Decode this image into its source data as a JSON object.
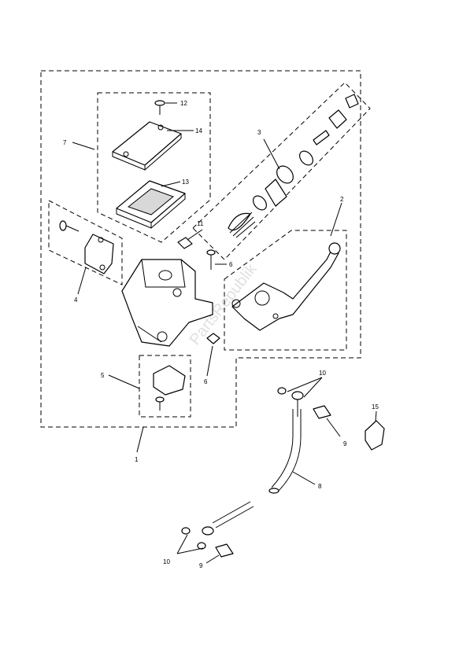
{
  "watermark": "PartsRepublik",
  "callouts": {
    "c1": "1",
    "c2": "2",
    "c3": "3",
    "c4": "4",
    "c5": "5",
    "c6a": "6",
    "c6b": "6",
    "c7": "7",
    "c8": "8",
    "c9a": "9",
    "c9b": "9",
    "c10a": "10",
    "c10b": "10",
    "c11": "11",
    "c12": "12",
    "c13": "13",
    "c14": "14",
    "c15": "15"
  },
  "icons": {
    "master_cylinder": "master-cylinder-body",
    "lever": "brake-lever",
    "reservoir_cap": "reservoir-cap",
    "diaphragm": "reservoir-diaphragm",
    "piston_kit": "piston-kit",
    "clamp": "handlebar-clamp",
    "brake_switch": "brake-light-switch",
    "hose": "brake-hose",
    "banjo_bolt": "banjo-bolt",
    "cap": "bleed-nipple-cap"
  }
}
